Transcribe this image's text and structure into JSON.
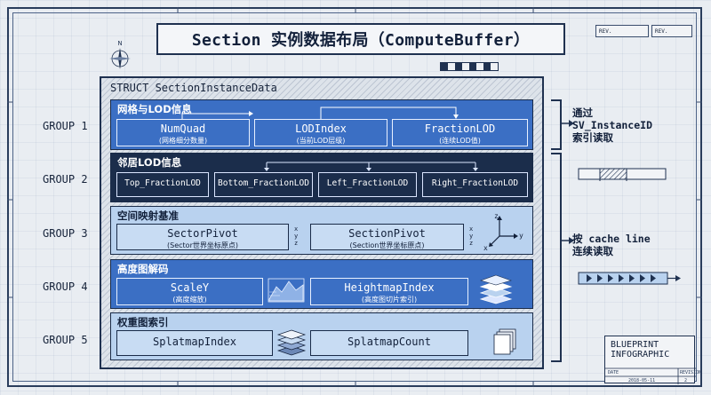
{
  "title": "Section 实例数据布局（ComputeBuffer）",
  "rev_labels": [
    "REV.",
    "REV."
  ],
  "struct_title": "STRUCT SectionInstanceData",
  "groups": [
    {
      "label": "GROUP 1",
      "title": "网格与LOD信息",
      "fields": [
        {
          "name": "NumQuad",
          "desc": "(网格细分数量)"
        },
        {
          "name": "LODIndex",
          "desc": "(当前LOD层级)"
        },
        {
          "name": "FractionLOD",
          "desc": "(连续LOD值)"
        }
      ]
    },
    {
      "label": "GROUP 2",
      "title": "邻居LOD信息",
      "fields": [
        {
          "name": "Top_FractionLOD"
        },
        {
          "name": "Bottom_FractionLOD"
        },
        {
          "name": "Left_FractionLOD"
        },
        {
          "name": "Right_FractionLOD"
        }
      ]
    },
    {
      "label": "GROUP 3",
      "title": "空间映射基准",
      "fields": [
        {
          "name": "SectorPivot",
          "desc": "(Sector世界坐标原点)",
          "axes": [
            "x",
            "y",
            "z"
          ]
        },
        {
          "name": "SectionPivot",
          "desc": "(Section世界坐标原点)",
          "axes": [
            "x",
            "y",
            "z"
          ]
        }
      ],
      "axis_icon": {
        "z": "z",
        "y": "y",
        "x": "x"
      }
    },
    {
      "label": "GROUP 4",
      "title": "高度图解码",
      "fields": [
        {
          "name": "ScaleY",
          "desc": "(高度缩放)"
        },
        {
          "name": "HeightmapIndex",
          "desc": "(高度图切片索引)"
        }
      ]
    },
    {
      "label": "GROUP 5",
      "title": "权重图索引",
      "fields": [
        {
          "name": "SplatmapIndex"
        },
        {
          "name": "SplatmapCount"
        }
      ]
    }
  ],
  "notes": {
    "top": [
      "通过",
      "SV_InstanceID",
      "索引读取"
    ],
    "bottom": [
      "按 cache line",
      "连续读取"
    ]
  },
  "stamp": {
    "title_lines": [
      "BLUEPRINT",
      "INFOGRAPHIC"
    ],
    "rev_label": "REVISION",
    "rev_value": "2",
    "date_label": "DATE",
    "date_value": "2018-05-11"
  },
  "colors": {
    "light_blue": "#3b6fc4",
    "dark_navy": "#1b2d4b",
    "pale_blue": "#b9d2ef",
    "ink": "#12203a"
  }
}
